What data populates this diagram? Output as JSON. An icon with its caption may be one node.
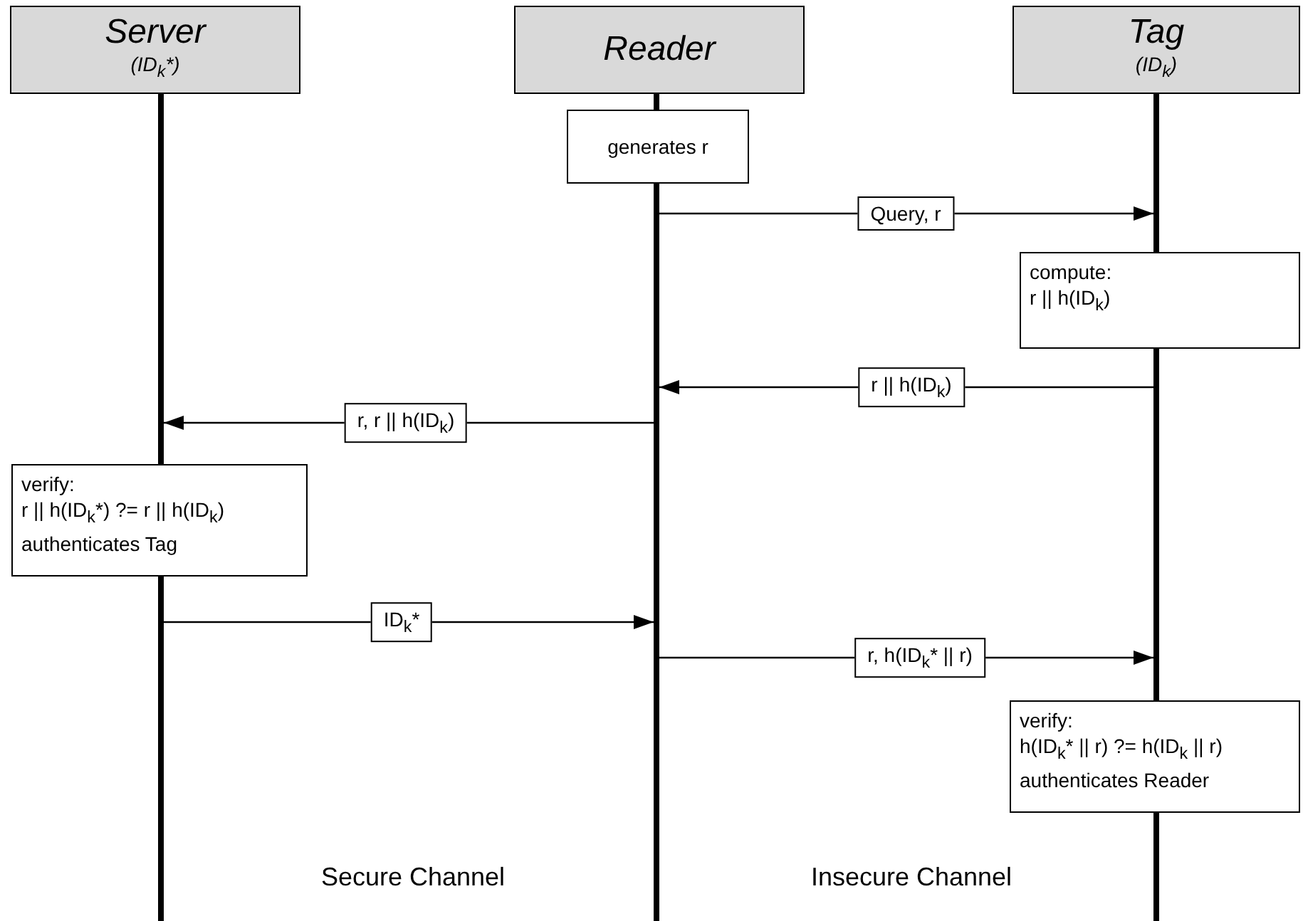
{
  "diagram": {
    "nodes": [
      {
        "text": [
          "Server",
          "(ID$_{k}$*)"
        ]
      },
      {
        "text": [
          "Reader"
        ]
      },
      {
        "text": [
          "Tag",
          "(ID$_{k}$)"
        ]
      },
      {
        "text": [],
        "shape": "bar"
      },
      {
        "text": [],
        "shape": "bar"
      },
      {
        "text": [],
        "shape": "bar"
      },
      {
        "text": [],
        "shape": "bar"
      },
      {
        "text": [],
        "shape": "bar"
      },
      {
        "text": [],
        "shape": "bar"
      },
      {
        "text": [],
        "shape": "bar"
      },
      {
        "text": [
          "generates r"
        ]
      },
      {
        "text": [
          "compute:",
          "r || h(ID$_{k}$)"
        ]
      },
      {
        "text": [
          "verify:",
          "r || h(ID$_{k}$*) ?= r || h(ID$_{k}$)",
          "authenticates Tag"
        ]
      },
      {
        "text": [
          "verify:",
          "h(ID$_{k}$* || r) ?= h(ID$_{k}$ || r)",
          "authenticates Reader"
        ]
      }
    ],
    "edges": [
      {
        "from": 6,
        "to": 7,
        "arrow": "to",
        "label": "Query, r"
      },
      {
        "from": 8,
        "to": 6,
        "arrow": "to",
        "label": "r || h(ID$_{k}$)"
      },
      {
        "from": 6,
        "to": 3,
        "arrow": "to",
        "label": "r, r || h(ID$_{k}$)"
      },
      {
        "from": 4,
        "to": 6,
        "arrow": "to",
        "label": "ID$_{k}$*"
      },
      {
        "from": 6,
        "to": 8,
        "arrow": "to",
        "label": "r, h(ID$_{k}$* || r)"
      }
    ],
    "labels": [
      "Secure Channel",
      "Insecure Channel"
    ]
  }
}
